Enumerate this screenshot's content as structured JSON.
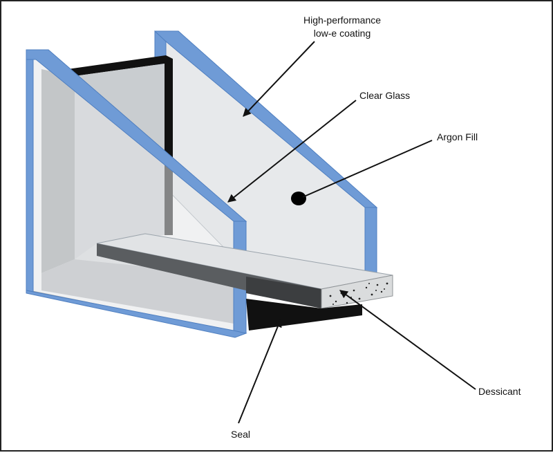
{
  "diagram": {
    "labels": {
      "coating_line1": "High-performance",
      "coating_line2": "low-e coating",
      "clear_glass": "Clear Glass",
      "argon_fill": "Argon Fill",
      "dessicant": "Dessicant",
      "seal": "Seal"
    },
    "colors": {
      "glass_edge": "#6f9bd6",
      "glass_edge_stroke": "#4f7fc0",
      "front_pane": "#e3e6e8",
      "back_pane": "#e7e9eb",
      "inner_frame": "#cfd3d6",
      "frame_dark": "#8f9396",
      "spacer": "#d9dbdd",
      "spacer_shadow": "#4a4a4a",
      "seal": "#111111",
      "arrow": "#111111",
      "border": "#222222"
    }
  }
}
